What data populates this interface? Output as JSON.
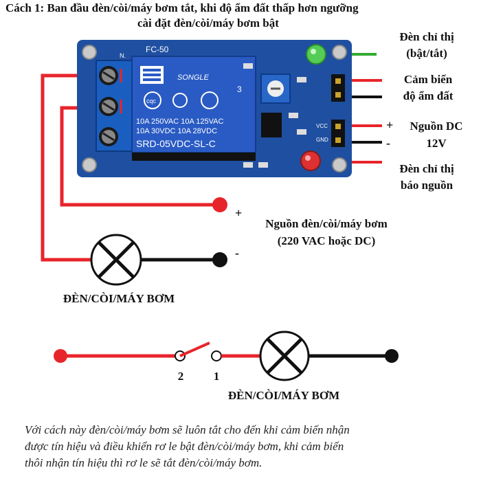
{
  "title": {
    "line1": "Cách 1: Ban đầu đèn/còi/máy bơm tắt, khi độ ẩm đất thấp hơn ngưỡng",
    "line2": "cài đặt đèn/còi/máy bơm bật"
  },
  "module": {
    "model": "FC-50",
    "relay_brand": "SONGLE",
    "relay_cert": "cqc",
    "relay_rating_1": "10A 250VAC  10A 125VAC",
    "relay_rating_2": "10A  30VDC  10A  28VDC",
    "relay_part": "SRD-05VDC-SL-C",
    "relay_num": "3",
    "pin_n": "N.",
    "pin_vcc": "VCC",
    "pin_gnd": "GND"
  },
  "labels": {
    "indicator_on_off_1": "Đèn chỉ thị",
    "indicator_on_off_2": "(bật/tắt)",
    "sensor_1": "Cảm biến",
    "sensor_2": "độ ẩm đất",
    "dc_plus": "+",
    "dc_minus": "-",
    "dc_source_1": "Nguồn DC",
    "dc_source_2": "12V",
    "power_ind_1": "Đèn chỉ thị",
    "power_ind_2": "báo nguồn",
    "load_plus": "+",
    "load_minus": "-",
    "load_source_1": "Nguồn đèn/còi/máy bơm",
    "load_source_2": "(220 VAC hoặc DC)",
    "load_name": "ĐÈN/CÒI/MÁY BƠM",
    "switch_pin_2": "2",
    "switch_pin_1": "1",
    "load_name_2": "ĐÈN/CÒI/MÁY BƠM"
  },
  "note": {
    "line1": "Với cách này đèn/còi/máy bơm sẽ luôn tắt cho đến khi cảm biến nhận",
    "line2": "được tín hiệu và điều khiển rơ le bật đèn/còi/máy bơm, khi cảm biến",
    "line3": "thôi nhận tín hiệu thì rơ le sẽ tắt đèn/còi/máy bơm."
  },
  "colors": {
    "wire_red": "#e8242b",
    "wire_black": "#111111",
    "wire_green": "#33aa33",
    "pcb_blue": "#1f4fa0",
    "relay_blue": "#2a5bc4"
  }
}
